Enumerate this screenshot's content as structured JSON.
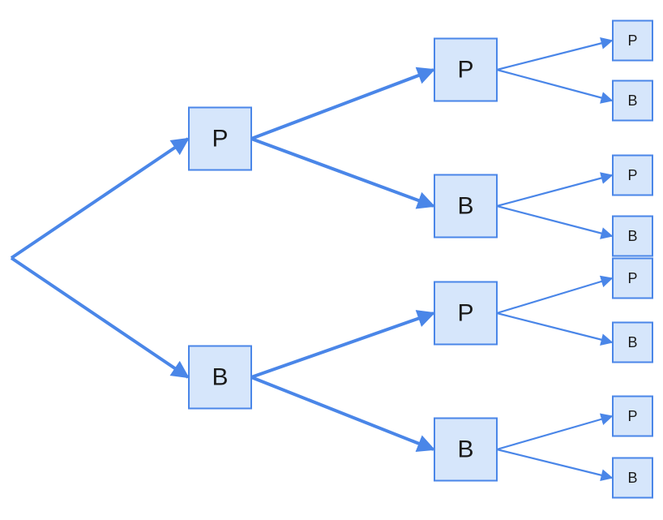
{
  "colors": {
    "node_fill": "#d6e6fb",
    "node_stroke": "#4a86e8",
    "edge": "#4a86e8",
    "text": "#1a1a1a",
    "background": "#ffffff"
  },
  "tree": {
    "root": {
      "children": [
        {
          "label": "P",
          "children": [
            {
              "label": "P",
              "children": [
                {
                  "label": "P"
                },
                {
                  "label": "B"
                }
              ]
            },
            {
              "label": "B",
              "children": [
                {
                  "label": "P"
                },
                {
                  "label": "B"
                }
              ]
            }
          ]
        },
        {
          "label": "B",
          "children": [
            {
              "label": "P",
              "children": [
                {
                  "label": "P"
                },
                {
                  "label": "B"
                }
              ]
            },
            {
              "label": "B",
              "children": [
                {
                  "label": "P"
                },
                {
                  "label": "B"
                }
              ]
            }
          ]
        }
      ]
    }
  }
}
